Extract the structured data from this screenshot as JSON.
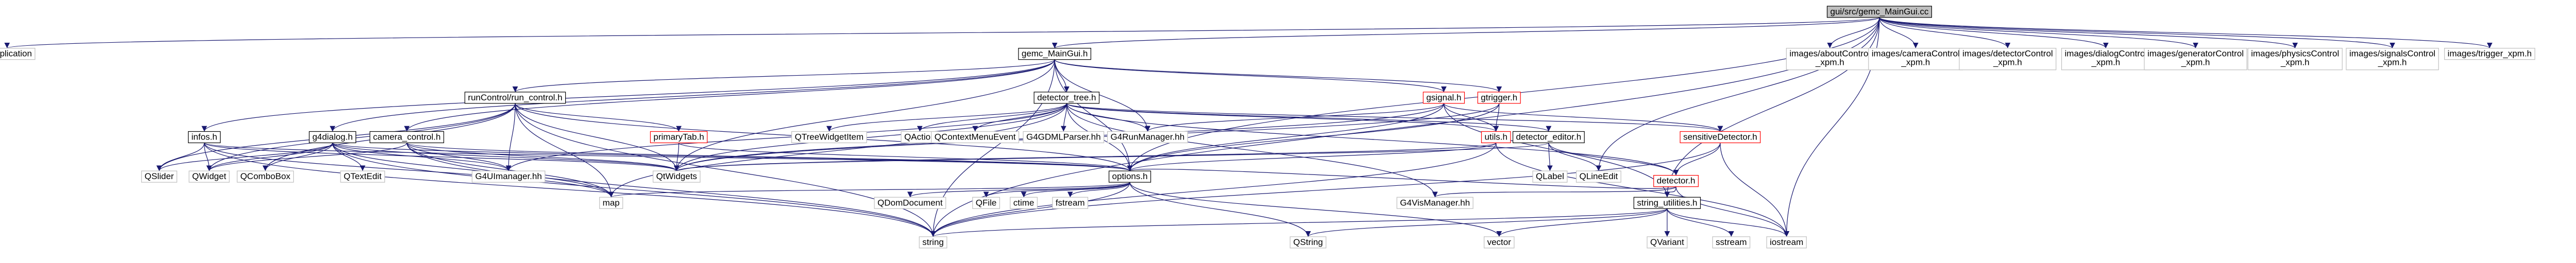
{
  "title": "gui/src/gemc_MainGui.cc",
  "colors": {
    "edge": "#191970",
    "box_default": "#bfbfbf",
    "box_linked": "#000000",
    "box_missing": "#ff0000",
    "root_fill": "#bfbfbf"
  },
  "nodes": [
    {
      "id": "root",
      "label": "gui/src/gemc_MainGui.cc",
      "style": "root"
    },
    {
      "id": "qapplication",
      "label": "QApplication",
      "style": "default"
    },
    {
      "id": "gemc_maingui_h",
      "label": "gemc_MainGui.h",
      "style": "linked"
    },
    {
      "id": "about_xpm",
      "label": [
        "images/aboutControl",
        "_xpm.h"
      ],
      "style": "default"
    },
    {
      "id": "camera_xpm",
      "label": [
        "images/cameraControl",
        "_xpm.h"
      ],
      "style": "default"
    },
    {
      "id": "detector_xpm",
      "label": [
        "images/detectorControl",
        "_xpm.h"
      ],
      "style": "default"
    },
    {
      "id": "dialog_xpm",
      "label": [
        "images/dialogControl",
        "_xpm.h"
      ],
      "style": "default"
    },
    {
      "id": "generator_xpm",
      "label": [
        "images/generatorControl",
        "_xpm.h"
      ],
      "style": "default"
    },
    {
      "id": "physics_xpm",
      "label": [
        "images/physicsControl",
        "_xpm.h"
      ],
      "style": "default"
    },
    {
      "id": "signals_xpm",
      "label": [
        "images/signalsControl",
        "_xpm.h"
      ],
      "style": "default"
    },
    {
      "id": "trigger_xpm",
      "label": "images/trigger_xpm.h",
      "style": "default"
    },
    {
      "id": "runcontrol_h",
      "label": "runControl/run_control.h",
      "style": "linked"
    },
    {
      "id": "detector_tree_h",
      "label": "detector_tree.h",
      "style": "linked"
    },
    {
      "id": "gsignal_h",
      "label": "gsignal.h",
      "style": "missing"
    },
    {
      "id": "gtrigger_h",
      "label": "gtrigger.h",
      "style": "missing"
    },
    {
      "id": "infos_h",
      "label": "infos.h",
      "style": "linked"
    },
    {
      "id": "g4dialog_h",
      "label": "g4dialog.h",
      "style": "linked"
    },
    {
      "id": "camera_control_h",
      "label": "camera_control.h",
      "style": "linked"
    },
    {
      "id": "primarytab_h",
      "label": "primaryTab.h",
      "style": "missing"
    },
    {
      "id": "qtreewidgetitem",
      "label": "QTreeWidgetItem",
      "style": "default"
    },
    {
      "id": "qaction",
      "label": "QAction",
      "style": "default"
    },
    {
      "id": "qcontextmenuevent",
      "label": "QContextMenuEvent",
      "style": "default"
    },
    {
      "id": "g4gdmlparser",
      "label": "G4GDMLParser.hh",
      "style": "default"
    },
    {
      "id": "g4runmanager",
      "label": "G4RunManager.hh",
      "style": "default"
    },
    {
      "id": "utils_h",
      "label": "utils.h",
      "style": "missing"
    },
    {
      "id": "detector_editor_h",
      "label": "detector_editor.h",
      "style": "linked"
    },
    {
      "id": "sensitivedetector_h",
      "label": "sensitiveDetector.h",
      "style": "missing"
    },
    {
      "id": "detector_h",
      "label": "detector.h",
      "style": "missing"
    },
    {
      "id": "qslider",
      "label": "QSlider",
      "style": "default"
    },
    {
      "id": "qwidget",
      "label": "QWidget",
      "style": "default"
    },
    {
      "id": "qcombobox",
      "label": "QComboBox",
      "style": "default"
    },
    {
      "id": "qtextedit",
      "label": "QTextEdit",
      "style": "default"
    },
    {
      "id": "g4uimanager",
      "label": "G4UImanager.hh",
      "style": "default"
    },
    {
      "id": "qtwidgets",
      "label": "QtWidgets",
      "style": "default"
    },
    {
      "id": "options_h",
      "label": "options.h",
      "style": "linked"
    },
    {
      "id": "qlabel",
      "label": "QLabel",
      "style": "default"
    },
    {
      "id": "qlineedit",
      "label": "QLineEdit",
      "style": "default"
    },
    {
      "id": "map",
      "label": "map",
      "style": "default"
    },
    {
      "id": "qdomdocument",
      "label": "QDomDocument",
      "style": "default"
    },
    {
      "id": "qfile",
      "label": "QFile",
      "style": "default"
    },
    {
      "id": "ctime",
      "label": "ctime",
      "style": "default"
    },
    {
      "id": "fstream",
      "label": "fstream",
      "style": "default"
    },
    {
      "id": "g4vismanager",
      "label": "G4VisManager.hh",
      "style": "default"
    },
    {
      "id": "string_utilities_h",
      "label": "string_utilities.h",
      "style": "linked"
    },
    {
      "id": "string",
      "label": "string",
      "style": "default"
    },
    {
      "id": "qstring",
      "label": "QString",
      "style": "default"
    },
    {
      "id": "vector",
      "label": "vector",
      "style": "default"
    },
    {
      "id": "qvariant",
      "label": "QVariant",
      "style": "default"
    },
    {
      "id": "sstream",
      "label": "sstream",
      "style": "default"
    },
    {
      "id": "iostream",
      "label": "iostream",
      "style": "default"
    }
  ],
  "edges": [
    [
      "root",
      "qapplication"
    ],
    [
      "root",
      "gemc_maingui_h"
    ],
    [
      "root",
      "about_xpm"
    ],
    [
      "root",
      "camera_xpm"
    ],
    [
      "root",
      "detector_xpm"
    ],
    [
      "root",
      "dialog_xpm"
    ],
    [
      "root",
      "generator_xpm"
    ],
    [
      "root",
      "physics_xpm"
    ],
    [
      "root",
      "signals_xpm"
    ],
    [
      "root",
      "trigger_xpm"
    ],
    [
      "root",
      "string"
    ],
    [
      "root",
      "qlineedit"
    ],
    [
      "root",
      "iostream"
    ],
    [
      "root",
      "string_utilities_h"
    ],
    [
      "root",
      "options_h"
    ],
    [
      "gemc_maingui_h",
      "runcontrol_h"
    ],
    [
      "gemc_maingui_h",
      "detector_tree_h"
    ],
    [
      "gemc_maingui_h",
      "gsignal_h"
    ],
    [
      "gemc_maingui_h",
      "gtrigger_h"
    ],
    [
      "gemc_maingui_h",
      "infos_h"
    ],
    [
      "gemc_maingui_h",
      "g4dialog_h"
    ],
    [
      "gemc_maingui_h",
      "camera_control_h"
    ],
    [
      "gemc_maingui_h",
      "qtwidgets"
    ],
    [
      "gemc_maingui_h",
      "g4runmanager"
    ],
    [
      "gemc_maingui_h",
      "options_h"
    ],
    [
      "gemc_maingui_h",
      "string"
    ],
    [
      "runcontrol_h",
      "primarytab_h"
    ],
    [
      "runcontrol_h",
      "qtwidgets"
    ],
    [
      "runcontrol_h",
      "g4uimanager"
    ],
    [
      "runcontrol_h",
      "options_h"
    ],
    [
      "runcontrol_h",
      "map"
    ],
    [
      "runcontrol_h",
      "string"
    ],
    [
      "runcontrol_h",
      "qslider"
    ],
    [
      "runcontrol_h",
      "qwidget"
    ],
    [
      "runcontrol_h",
      "qcombobox"
    ],
    [
      "detector_tree_h",
      "qtreewidgetitem"
    ],
    [
      "detector_tree_h",
      "qaction"
    ],
    [
      "detector_tree_h",
      "qcontextmenuevent"
    ],
    [
      "detector_tree_h",
      "g4gdmlparser"
    ],
    [
      "detector_tree_h",
      "g4runmanager"
    ],
    [
      "detector_tree_h",
      "utils_h"
    ],
    [
      "detector_tree_h",
      "detector_editor_h"
    ],
    [
      "detector_tree_h",
      "sensitivedetector_h"
    ],
    [
      "detector_tree_h",
      "qtwidgets"
    ],
    [
      "detector_tree_h",
      "g4uimanager"
    ],
    [
      "detector_tree_h",
      "options_h"
    ],
    [
      "detector_tree_h",
      "map"
    ],
    [
      "detector_tree_h",
      "detector_h"
    ],
    [
      "detector_tree_h",
      "g4vismanager"
    ],
    [
      "gsignal_h",
      "utils_h"
    ],
    [
      "gsignal_h",
      "qtwidgets"
    ],
    [
      "gsignal_h",
      "g4runmanager"
    ],
    [
      "gsignal_h",
      "options_h"
    ],
    [
      "gsignal_h",
      "sensitivedetector_h"
    ],
    [
      "gsignal_h",
      "string_utilities_h"
    ],
    [
      "gtrigger_h",
      "utils_h"
    ],
    [
      "gtrigger_h",
      "qtwidgets"
    ],
    [
      "gtrigger_h",
      "options_h"
    ],
    [
      "infos_h",
      "qslider"
    ],
    [
      "infos_h",
      "qwidget"
    ],
    [
      "infos_h",
      "qtwidgets"
    ],
    [
      "infos_h",
      "options_h"
    ],
    [
      "infos_h",
      "map"
    ],
    [
      "infos_h",
      "string"
    ],
    [
      "g4dialog_h",
      "qwidget"
    ],
    [
      "g4dialog_h",
      "qcombobox"
    ],
    [
      "g4dialog_h",
      "qtextedit"
    ],
    [
      "g4dialog_h",
      "g4uimanager"
    ],
    [
      "g4dialog_h",
      "qtwidgets"
    ],
    [
      "g4dialog_h",
      "options_h"
    ],
    [
      "g4dialog_h",
      "map"
    ],
    [
      "g4dialog_h",
      "string"
    ],
    [
      "g4dialog_h",
      "qslider"
    ],
    [
      "camera_control_h",
      "qwidget"
    ],
    [
      "camera_control_h",
      "g4uimanager"
    ],
    [
      "camera_control_h",
      "qtwidgets"
    ],
    [
      "camera_control_h",
      "options_h"
    ],
    [
      "camera_control_h",
      "map"
    ],
    [
      "camera_control_h",
      "string"
    ],
    [
      "primarytab_h",
      "qtwidgets"
    ],
    [
      "primarytab_h",
      "options_h"
    ],
    [
      "utils_h",
      "qtwidgets"
    ],
    [
      "utils_h",
      "options_h"
    ],
    [
      "utils_h",
      "string"
    ],
    [
      "utils_h",
      "iostream"
    ],
    [
      "detector_editor_h",
      "qlabel"
    ],
    [
      "detector_editor_h",
      "qlineedit"
    ],
    [
      "detector_editor_h",
      "detector_h"
    ],
    [
      "detector_editor_h",
      "qtwidgets"
    ],
    [
      "sensitivedetector_h",
      "detector_h"
    ],
    [
      "sensitivedetector_h",
      "iostream"
    ],
    [
      "sensitivedetector_h",
      "string"
    ],
    [
      "detector_h",
      "g4vismanager"
    ],
    [
      "detector_h",
      "string_utilities_h"
    ],
    [
      "detector_h",
      "options_h"
    ],
    [
      "detector_h",
      "iostream"
    ],
    [
      "options_h",
      "map"
    ],
    [
      "options_h",
      "qdomdocument"
    ],
    [
      "options_h",
      "qfile"
    ],
    [
      "options_h",
      "ctime"
    ],
    [
      "options_h",
      "fstream"
    ],
    [
      "options_h",
      "string"
    ],
    [
      "options_h",
      "qstring"
    ],
    [
      "options_h",
      "vector"
    ],
    [
      "string_utilities_h",
      "string"
    ],
    [
      "string_utilities_h",
      "qstring"
    ],
    [
      "string_utilities_h",
      "vector"
    ],
    [
      "string_utilities_h",
      "qvariant"
    ],
    [
      "string_utilities_h",
      "sstream"
    ],
    [
      "string_utilities_h",
      "iostream"
    ]
  ]
}
